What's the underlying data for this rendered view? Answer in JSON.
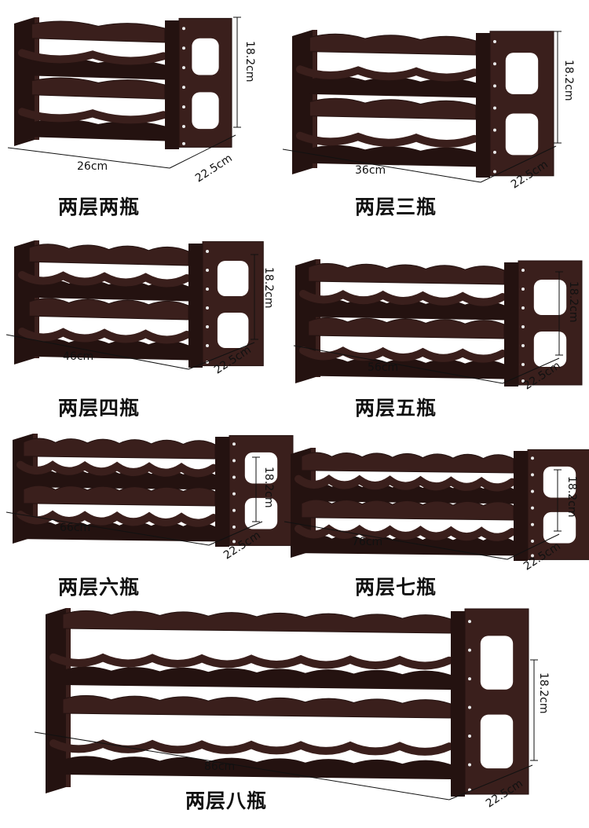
{
  "products": [
    {
      "title": "两层两瓶",
      "width_label": "26cm",
      "depth_label": "22.5cm",
      "height_label": "18.2cm",
      "bottle_slots": 2
    },
    {
      "title": "两层三瓶",
      "width_label": "36cm",
      "depth_label": "22.5cm",
      "height_label": "18.2cm",
      "bottle_slots": 3
    },
    {
      "title": "两层四瓶",
      "width_label": "46cm",
      "depth_label": "22.5cm",
      "height_label": "18.2cm",
      "bottle_slots": 4
    },
    {
      "title": "两层五瓶",
      "width_label": "56cm",
      "depth_label": "22.5cm",
      "height_label": "18.2cm",
      "bottle_slots": 5
    },
    {
      "title": "两层六瓶",
      "width_label": "66cm",
      "depth_label": "22.5cm",
      "height_label": "18.2cm",
      "bottle_slots": 6
    },
    {
      "title": "两层七瓶",
      "width_label": "76cm",
      "depth_label": "22.5cm",
      "height_label": "18.2cm",
      "bottle_slots": 7
    },
    {
      "title": "两层八瓶",
      "width_label": "86cm",
      "depth_label": "22.5cm",
      "height_label": "18.2cm",
      "bottle_slots": 8
    }
  ],
  "colors": {
    "wood": "#3a1f1c",
    "wood_light": "#5a3430",
    "wood_dark": "#241210",
    "line": "#111111",
    "screw": "#e8e8e8"
  }
}
